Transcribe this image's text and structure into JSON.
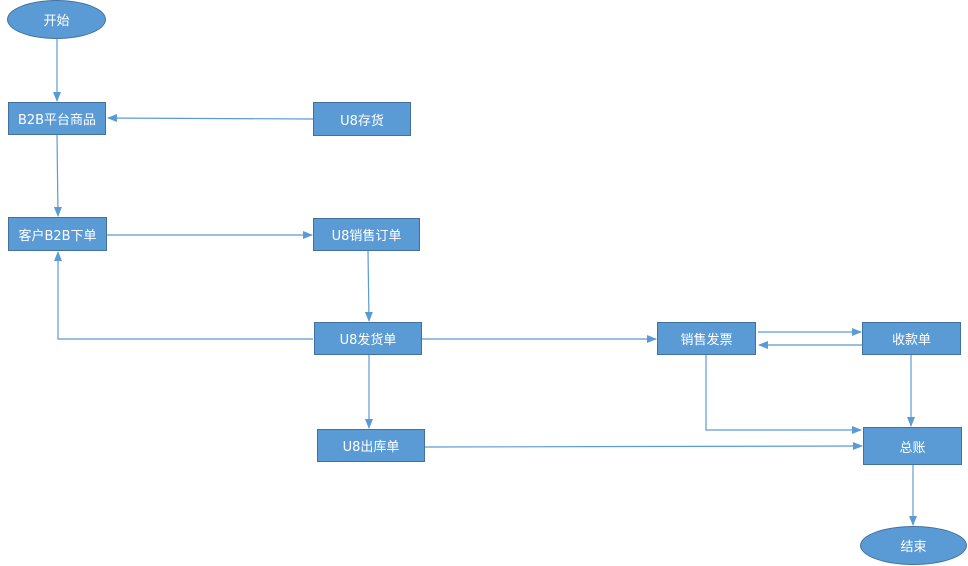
{
  "nodes": {
    "start": "开始",
    "b2b_goods": "B2B平台商品",
    "u8_stock": "U8存货",
    "customer_order": "客户B2B下单",
    "u8_sales_order": "U8销售订单",
    "u8_delivery": "U8发货单",
    "sales_invoice": "销售发票",
    "receipt": "收款单",
    "u8_outbound": "U8出库单",
    "ledger": "总账",
    "end": "结束"
  },
  "colors": {
    "node_fill": "#5b9bd5",
    "node_border": "#41719c",
    "arrow": "#5b9bd5",
    "text": "#ffffff"
  }
}
